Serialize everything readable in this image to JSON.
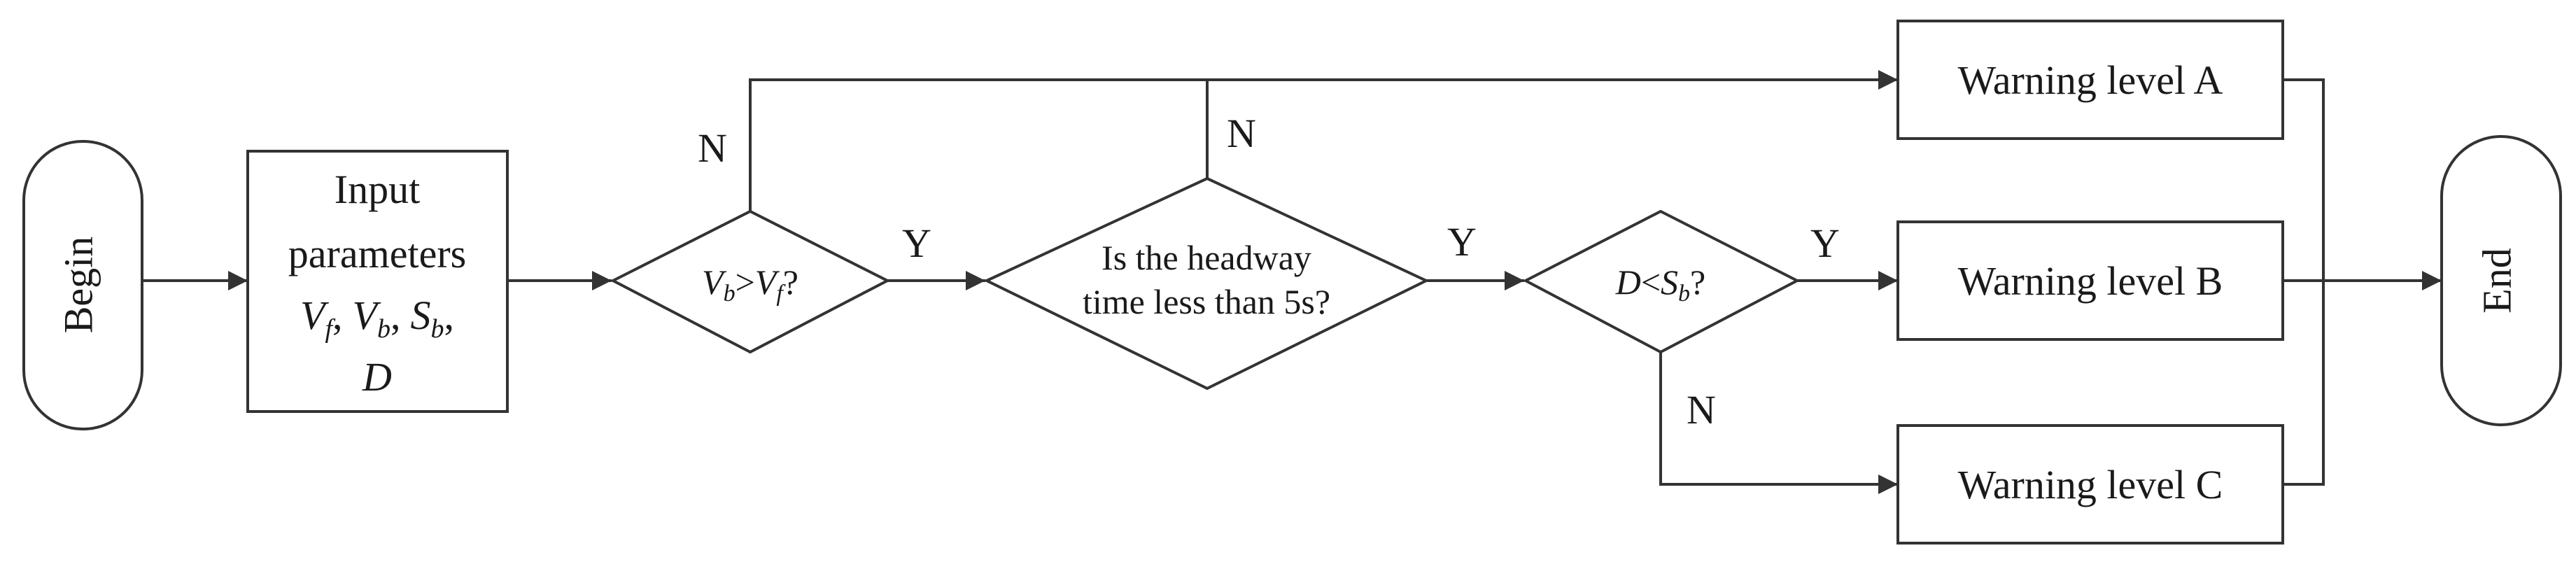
{
  "nodes": {
    "begin": {
      "label": "Begin"
    },
    "end": {
      "label": "End"
    },
    "input": {
      "line1": "Input",
      "line2": "parameters",
      "vars": [
        {
          "sym": "V",
          "sub": "f",
          "sep": ","
        },
        {
          "sym": "V",
          "sub": "b",
          "sep": ","
        },
        {
          "sym": "S",
          "sub": "b",
          "sep": ","
        }
      ],
      "last": "D"
    },
    "decision1": {
      "left": "V",
      "leftSub": "b",
      "op": ">",
      "right": "V",
      "rightSub": "f",
      "q": "?"
    },
    "decision2": {
      "line1": "Is the headway",
      "line2": "time less than 5s?"
    },
    "decision3": {
      "left": "D",
      "op": "<",
      "right": "S",
      "rightSub": "b",
      "q": "?"
    },
    "warnA": {
      "label": "Warning level A"
    },
    "warnB": {
      "label": "Warning level B"
    },
    "warnC": {
      "label": "Warning level C"
    }
  },
  "branches": {
    "d1_yes": "Y",
    "d1_no": "N",
    "d2_yes": "Y",
    "d2_no": "N",
    "d3_yes": "Y",
    "d3_no": "N"
  }
}
